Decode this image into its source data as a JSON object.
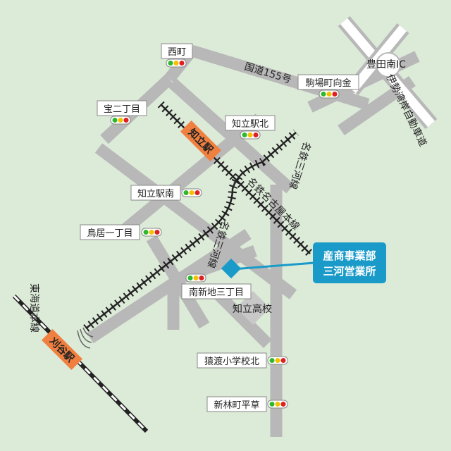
{
  "map": {
    "background": "#dcead8",
    "road_color": "#b8b8b8",
    "station_color": "#f08040",
    "destination_color": "#1a9ac8",
    "destination": {
      "line1": "産商事業部",
      "line2": "三河営業所"
    },
    "stations": {
      "chiryu": "知立駅",
      "kariya": "刈谷駅"
    },
    "railways": {
      "tokaido": "東海道本線",
      "nagoya_main": "名鉄名古屋本線",
      "mikawa_upper": "名鉄三河線",
      "mikawa_lower": "名鉄三河線"
    },
    "roads": {
      "route155": "国道155号",
      "expressway": "伊勢湾岸自動車道"
    },
    "interchange": "豊田南IC",
    "school": "知立高校",
    "intersections": {
      "nishimachi": "西町",
      "komabacho": "駒場町向金",
      "takara2": "宝二丁目",
      "chiryu_eki_kita": "知立駅北",
      "chiryu_eki_minami": "知立駅南",
      "torii1": "鳥居一丁目",
      "minamishinchi3": "南新地三丁目",
      "saruwatari": "猿渡小学校北",
      "shinbayashi": "新林町平草"
    },
    "signal_lights": [
      "green",
      "yellow",
      "red"
    ]
  }
}
